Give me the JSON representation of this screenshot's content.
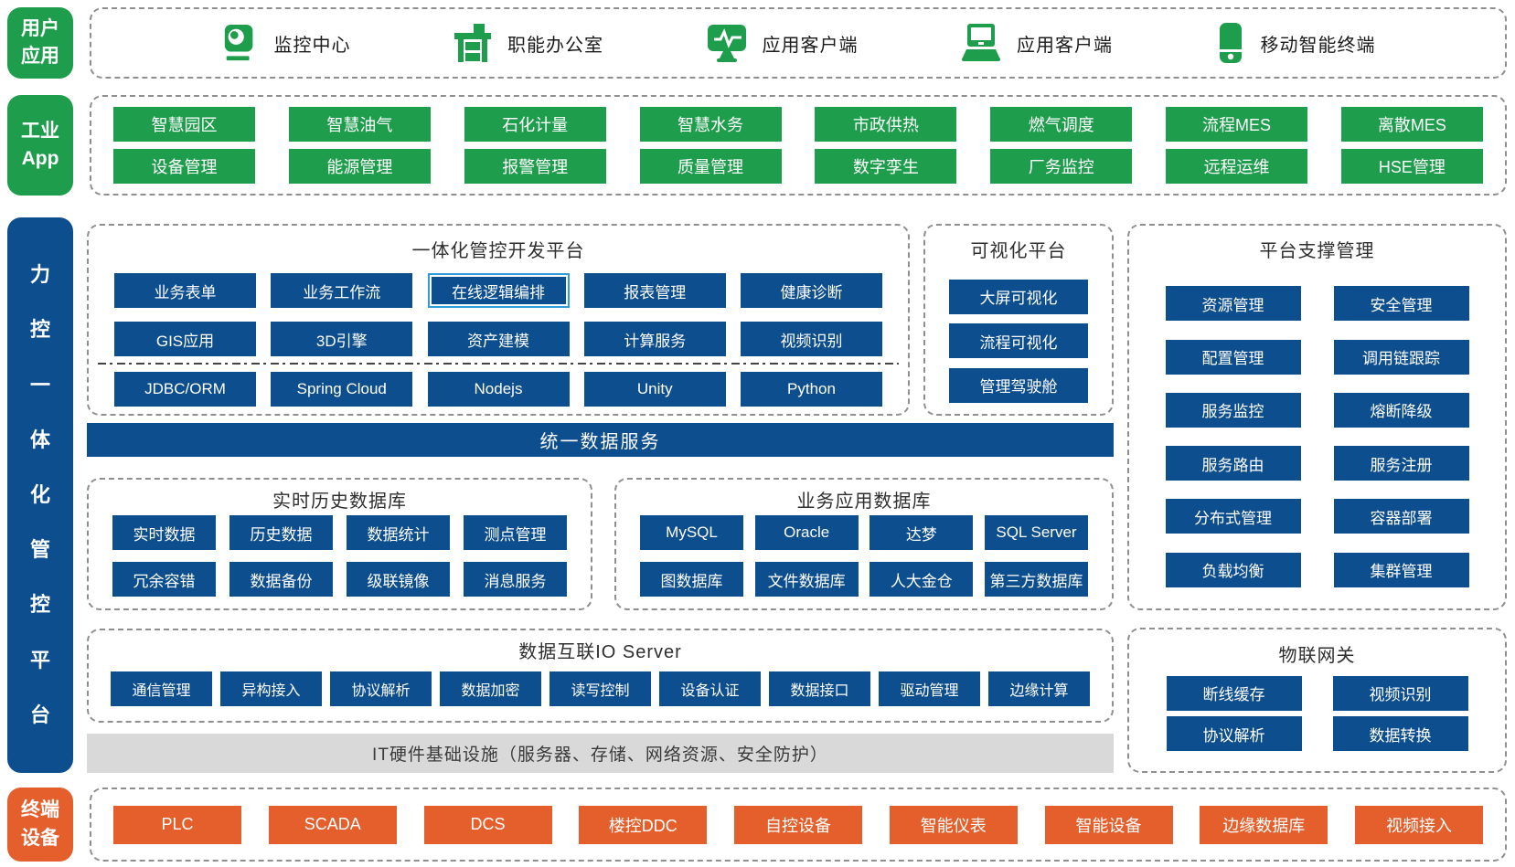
{
  "colors": {
    "green": "#1e9e4c",
    "blue": "#0d4e8f",
    "orange": "#e45f2b",
    "gray_bar": "#d9d9d9",
    "dashed_border": "#8f8f8f",
    "highlight_border": "#2f9bd8"
  },
  "user_apps": {
    "label_line1": "用户",
    "label_line2": "应用",
    "items": [
      {
        "icon": "surveillance-camera-icon",
        "label": "监控中心"
      },
      {
        "icon": "office-desk-icon",
        "label": "职能办公室"
      },
      {
        "icon": "monitor-pulse-icon",
        "label": "应用客户端"
      },
      {
        "icon": "laptop-icon",
        "label": "应用客户端"
      },
      {
        "icon": "smartphone-icon",
        "label": "移动智能终端"
      }
    ]
  },
  "industrial_apps": {
    "label_line1": "工业",
    "label_line2": "App",
    "row1": [
      "智慧园区",
      "智慧油气",
      "石化计量",
      "智慧水务",
      "市政供热",
      "燃气调度",
      "流程MES",
      "离散MES"
    ],
    "row2": [
      "设备管理",
      "能源管理",
      "报警管理",
      "质量管理",
      "数字孪生",
      "厂务监控",
      "远程运维",
      "HSE管理"
    ]
  },
  "platform_side_label": {
    "chars": [
      "力",
      "控",
      "一",
      "体",
      "化",
      "管",
      "控",
      "平",
      "台"
    ]
  },
  "dev_platform": {
    "title": "一体化管控开发平台",
    "row1": [
      "业务表单",
      "业务工作流",
      "在线逻辑编排",
      "报表管理",
      "健康诊断"
    ],
    "row2": [
      "GIS应用",
      "3D引擎",
      "资产建模",
      "计算服务",
      "视频识别"
    ],
    "row3": [
      "JDBC/ORM",
      "Spring Cloud",
      "Nodejs",
      "Unity",
      "Python"
    ],
    "highlighted": "在线逻辑编排"
  },
  "visualization": {
    "title": "可视化平台",
    "buttons": [
      "大屏可视化",
      "流程可视化",
      "管理驾驶舱"
    ]
  },
  "support": {
    "title": "平台支撑管理",
    "rows": [
      [
        "资源管理",
        "安全管理"
      ],
      [
        "配置管理",
        "调用链跟踪"
      ],
      [
        "服务监控",
        "熔断降级"
      ],
      [
        "服务路由",
        "服务注册"
      ],
      [
        "分布式管理",
        "容器部署"
      ],
      [
        "负载均衡",
        "集群管理"
      ]
    ]
  },
  "unified_data_service": {
    "title": "统一数据服务"
  },
  "realtime_db": {
    "title": "实时历史数据库",
    "row1": [
      "实时数据",
      "历史数据",
      "数据统计",
      "测点管理"
    ],
    "row2": [
      "冗余容错",
      "数据备份",
      "级联镜像",
      "消息服务"
    ]
  },
  "business_db": {
    "title": "业务应用数据库",
    "row1": [
      "MySQL",
      "Oracle",
      "达梦",
      "SQL Server"
    ],
    "row2": [
      "图数据库",
      "文件数据库",
      "人大金仓",
      "第三方数据库"
    ]
  },
  "io_server": {
    "title": "数据互联IO Server",
    "buttons": [
      "通信管理",
      "异构接入",
      "协议解析",
      "数据加密",
      "读写控制",
      "设备认证",
      "数据接口",
      "驱动管理",
      "边缘计算"
    ]
  },
  "iot_gateway": {
    "title": "物联网关",
    "rows": [
      [
        "断线缓存",
        "视频识别"
      ],
      [
        "协议解析",
        "数据转换"
      ]
    ]
  },
  "infrastructure": {
    "title": "IT硬件基础设施（服务器、存储、网络资源、安全防护）"
  },
  "terminals": {
    "label_line1": "终端",
    "label_line2": "设备",
    "buttons": [
      "PLC",
      "SCADA",
      "DCS",
      "楼控DDC",
      "自控设备",
      "智能仪表",
      "智能设备",
      "边缘数据库",
      "视频接入"
    ]
  }
}
